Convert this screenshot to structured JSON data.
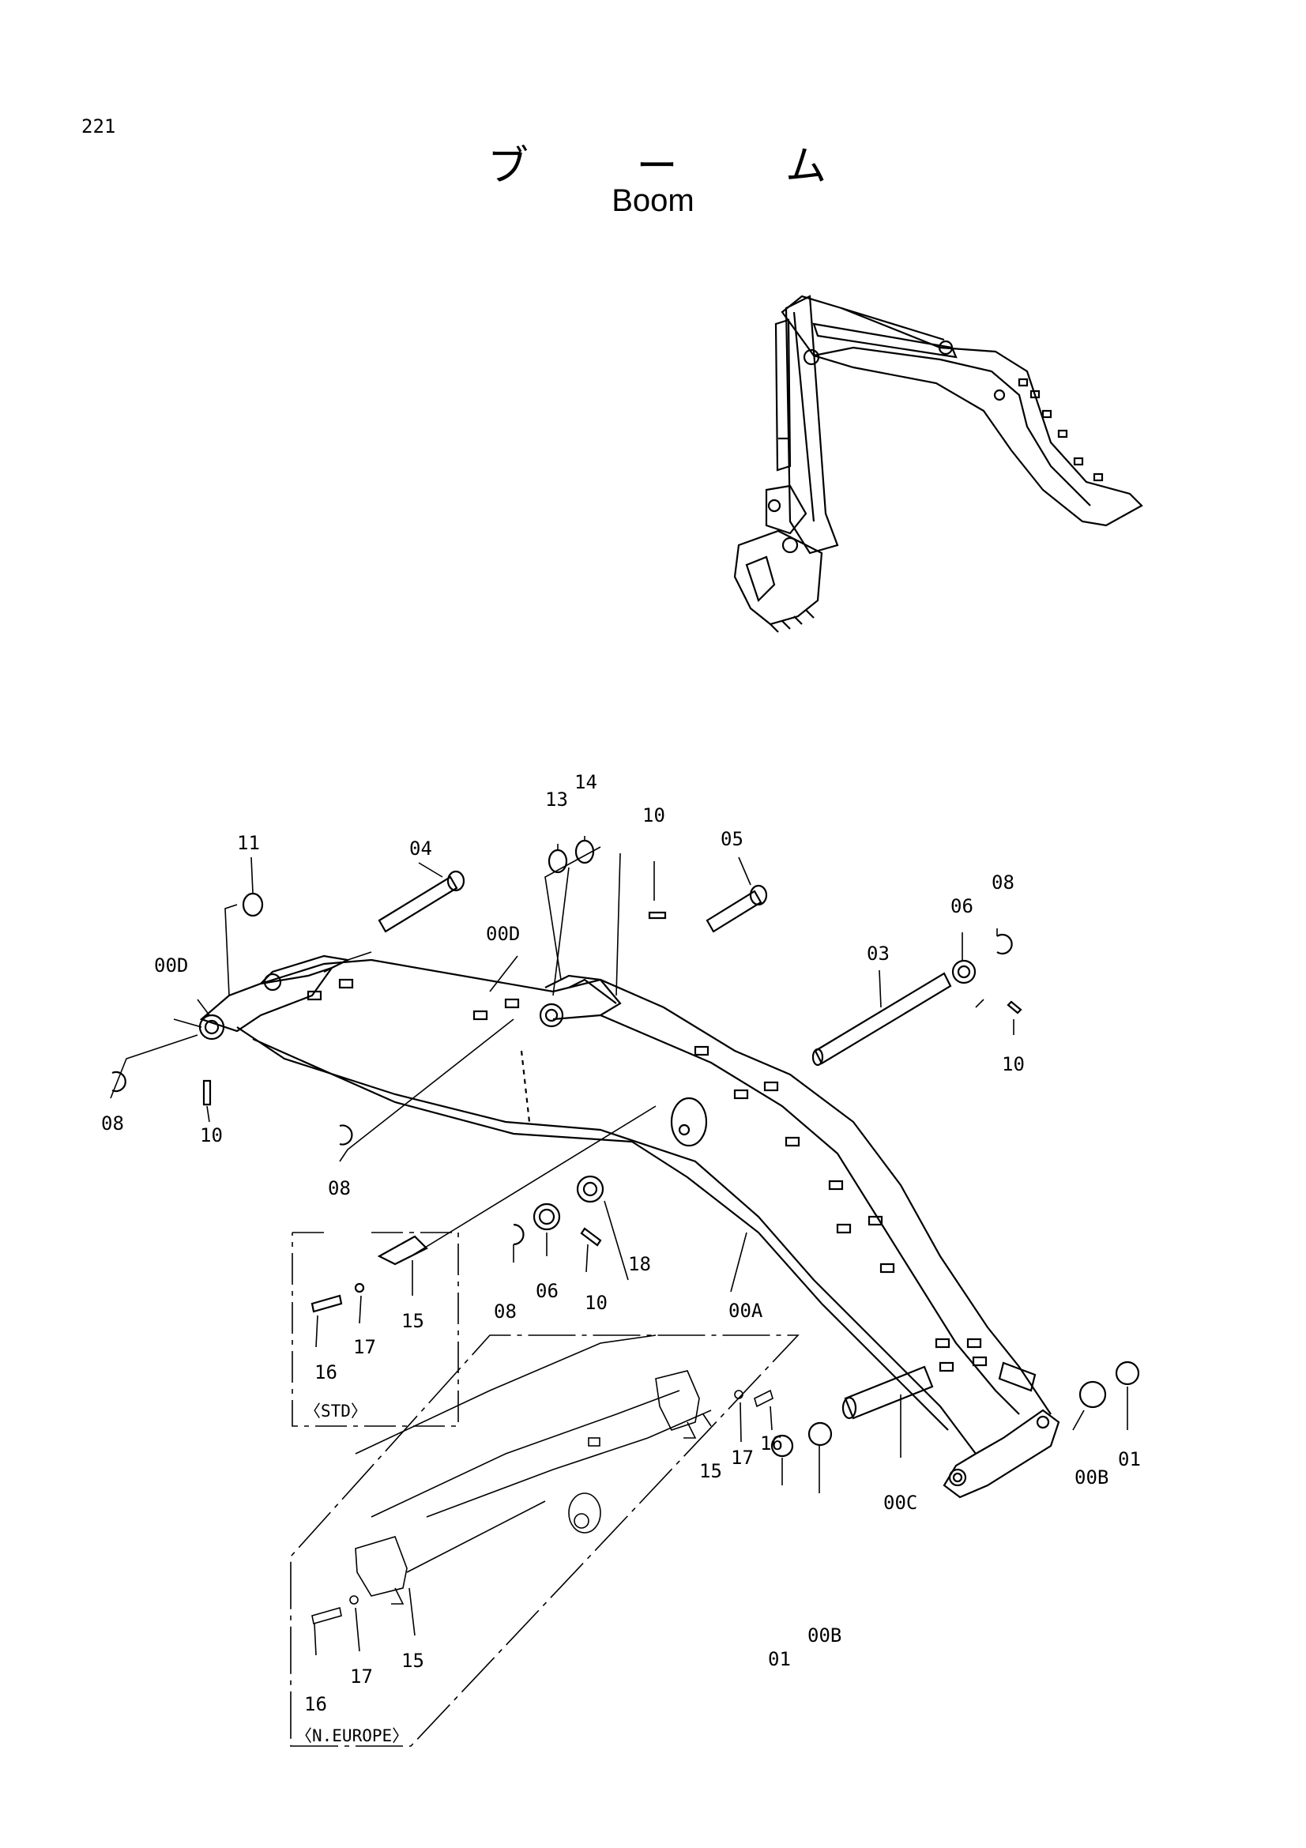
{
  "page": {
    "number": "221",
    "title_jp": "ブ ー ム",
    "title_en": "Boom"
  },
  "variants": {
    "std": "〈STD〉",
    "n_europe": "〈N.EUROPE〉"
  },
  "callouts": {
    "c11": "11",
    "c04": "04",
    "c13": "13",
    "c14": "14",
    "c10_top": "10",
    "c05": "05",
    "c08_right": "08",
    "c06_right": "06",
    "c03": "03",
    "c10_right": "10",
    "c00D_left": "00D",
    "c00D_mid": "00D",
    "c08_left": "08",
    "c10_left": "10",
    "c08_mid": "08",
    "c08_lower": "08",
    "c06_lower": "06",
    "c10_lower": "10",
    "c18": "18",
    "c00A": "00A",
    "c15_std": "15",
    "c16_std": "16",
    "c17_std": "17",
    "c15_ne_top": "15",
    "c17_ne_top": "17",
    "c16_ne_top": "16",
    "c15_ne_bot": "15",
    "c16_ne_bot": "16",
    "c17_ne_bot": "17",
    "c00B_right": "00B",
    "c01_right": "01",
    "c00C": "00C",
    "c01_bottom": "01",
    "c00B_bottom": "00B"
  }
}
